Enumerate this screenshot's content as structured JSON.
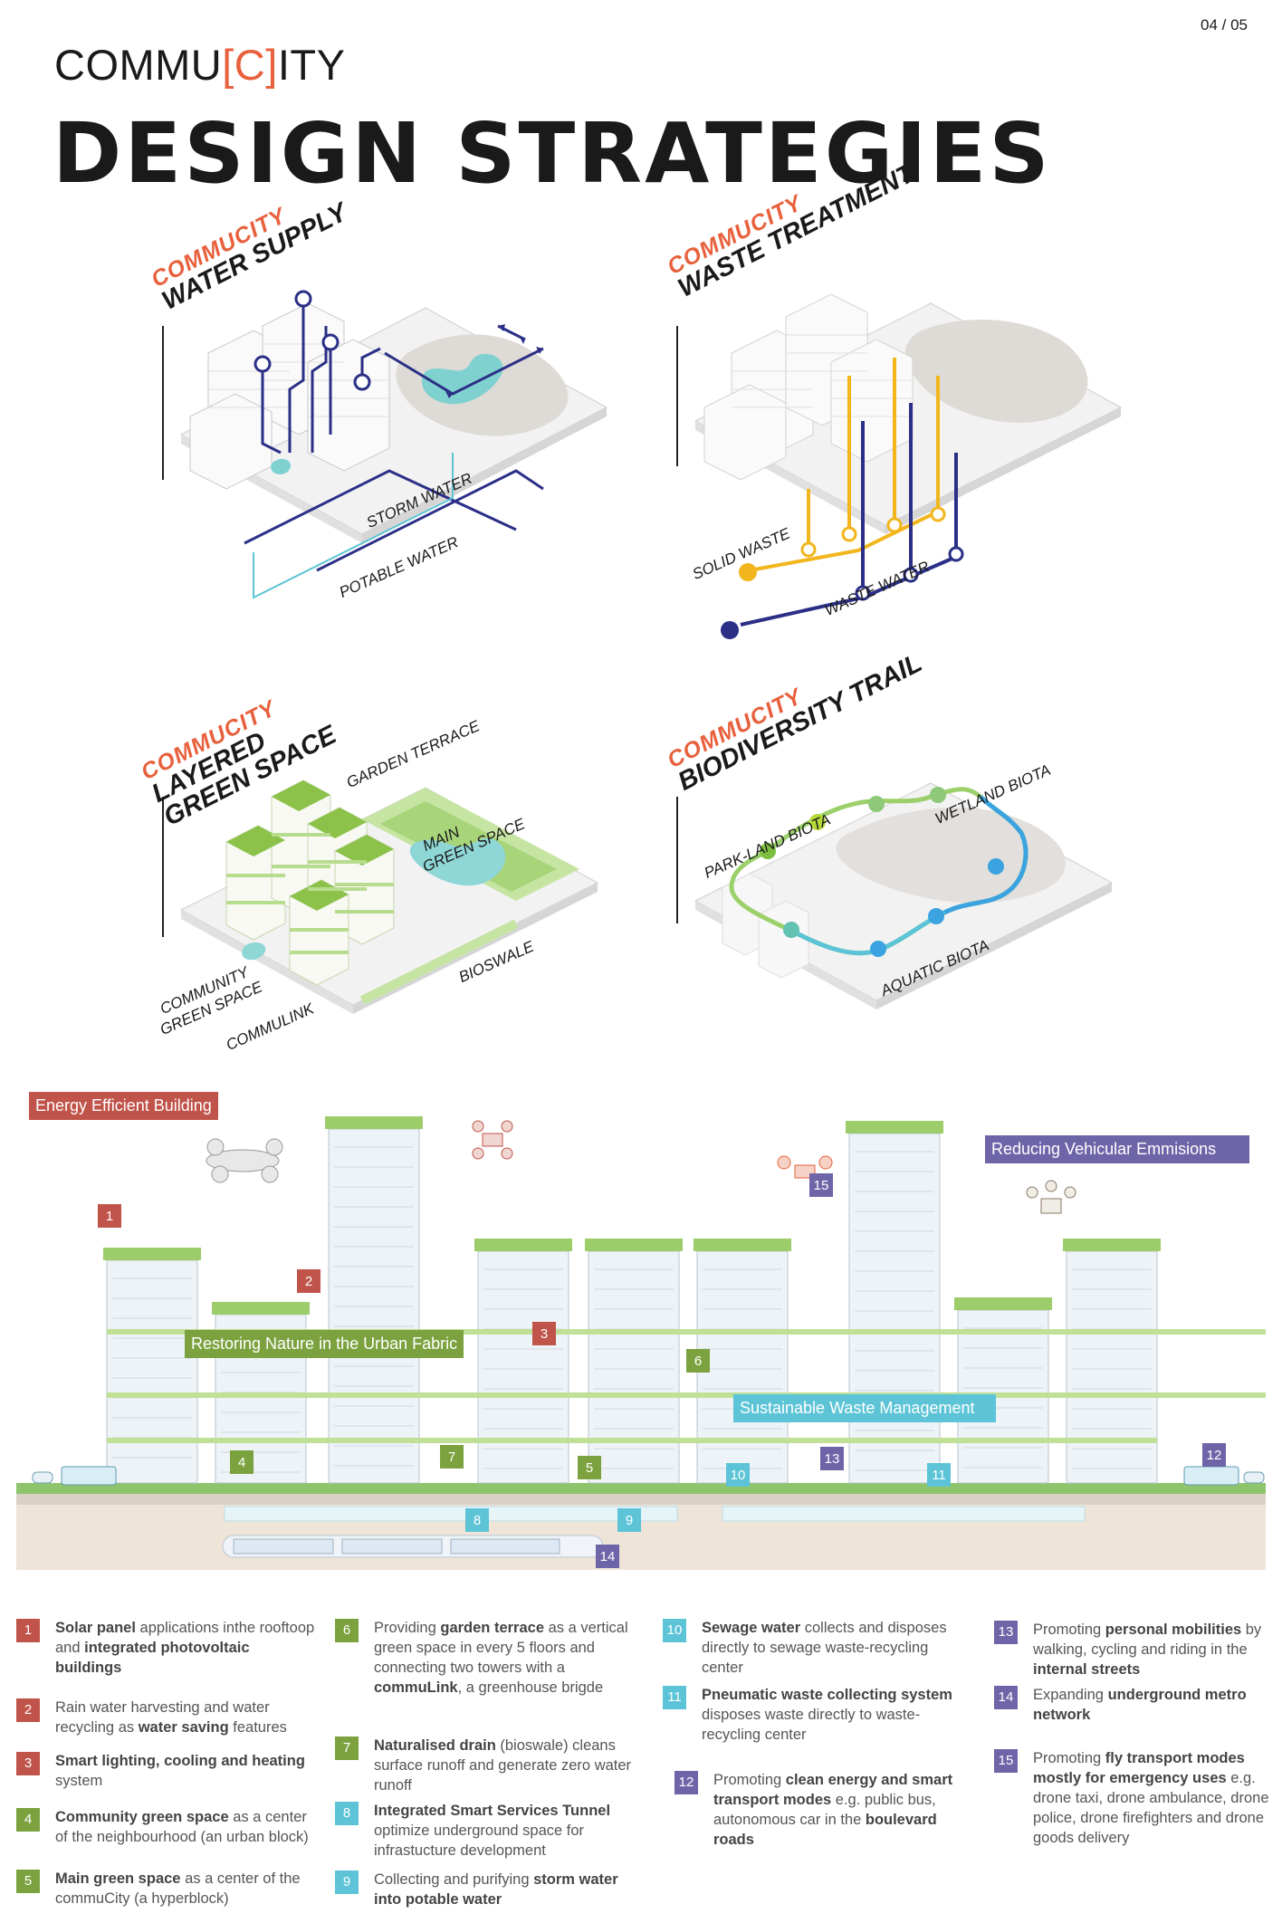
{
  "page_number": "04 / 05",
  "brand": {
    "pre": "COMMU",
    "accent": "[C]",
    "post": "ITY"
  },
  "title": "DESIGN STRATEGIES",
  "colors": {
    "accent": "#e8603c",
    "red": "#c0544a",
    "green": "#7ca23f",
    "teal": "#5cc4d6",
    "purple": "#6e65a8",
    "navy": "#2b2f86",
    "yellow": "#f2b61c",
    "water": "#7fd1cf"
  },
  "panels": {
    "water": {
      "sub": "COMMUCITY",
      "head": "WATER SUPPLY",
      "label_storm": "STORM WATER",
      "label_potable": "POTABLE WATER"
    },
    "waste": {
      "sub": "COMMUCITY",
      "head": "WASTE TREATMENT",
      "label_solid": "SOLID WASTE",
      "label_waste": "WASTE WATER"
    },
    "green": {
      "sub": "COMMUCITY",
      "head1": "LAYERED",
      "head2": "GREEN SPACE",
      "label_garden": "GARDEN TERRACE",
      "label_main1": "MAIN",
      "label_main2": "GREEN SPACE",
      "label_community1": "COMMUNITY",
      "label_community2": "GREEN SPACE",
      "label_commulink": "COMMULINK",
      "label_bioswale": "BIOSWALE"
    },
    "bio": {
      "sub": "COMMUCITY",
      "head": "BIODIVERSITY TRAIL",
      "label_park": "PARK-LAND BIOTA",
      "label_wetland": "WETLAND BIOTA",
      "label_aquatic": "AQUATIC BIOTA"
    }
  },
  "section_tags": {
    "energy": "Energy Efficient Building",
    "vehicular": "Reducing Vehicular Emmisions",
    "nature": "Restoring Nature in the Urban Fabric",
    "waste": "Sustainable Waste Management"
  },
  "badges": [
    "1",
    "2",
    "3",
    "4",
    "5",
    "6",
    "7",
    "8",
    "9",
    "10",
    "11",
    "12",
    "13",
    "14",
    "15"
  ],
  "legend": [
    {
      "num": "1",
      "color": "red",
      "parts": [
        {
          "b": "Solar panel"
        },
        {
          "t": " applications inthe rooftoop and "
        },
        {
          "b": "integrated photovoltaic buildings"
        }
      ]
    },
    {
      "num": "2",
      "color": "red",
      "parts": [
        {
          "t": "Rain water harvesting and water recycling as "
        },
        {
          "b": "water saving"
        },
        {
          "t": " features"
        }
      ]
    },
    {
      "num": "3",
      "color": "red",
      "parts": [
        {
          "b": "Smart lighting, cooling and heating"
        },
        {
          "t": " system"
        }
      ]
    },
    {
      "num": "4",
      "color": "green",
      "parts": [
        {
          "b": "Community green space"
        },
        {
          "t": " as a center of the neighbourhood (an urban block)"
        }
      ]
    },
    {
      "num": "5",
      "color": "green",
      "parts": [
        {
          "b": "Main green space"
        },
        {
          "t": " as a center of the commuCity (a hyperblock)"
        }
      ]
    },
    {
      "num": "6",
      "color": "green",
      "parts": [
        {
          "t": "Providing "
        },
        {
          "b": "garden terrace"
        },
        {
          "t": " as a vertical green space in every 5 floors and connecting two towers with a "
        },
        {
          "b": "commuLink"
        },
        {
          "t": ", a greenhouse brigde"
        }
      ]
    },
    {
      "num": "7",
      "color": "green",
      "parts": [
        {
          "b": "Naturalised drain"
        },
        {
          "t": " (bioswale) cleans surface runoff and generate zero water runoff"
        }
      ]
    },
    {
      "num": "8",
      "color": "teal",
      "parts": [
        {
          "b": "Integrated Smart Services Tunnel"
        },
        {
          "t": " optimize underground space for infrastucture development"
        }
      ]
    },
    {
      "num": "9",
      "color": "teal",
      "parts": [
        {
          "t": "Collecting and purifying "
        },
        {
          "b": "storm water into potable water"
        }
      ]
    },
    {
      "num": "10",
      "color": "teal",
      "parts": [
        {
          "b": "Sewage water"
        },
        {
          "t": " collects and disposes directly to sewage waste-recycling center"
        }
      ]
    },
    {
      "num": "11",
      "color": "teal",
      "parts": [
        {
          "b": "Pneumatic waste collecting system"
        },
        {
          "t": " disposes waste directly to waste-recycling center"
        }
      ]
    },
    {
      "num": "12",
      "color": "purple",
      "parts": [
        {
          "t": "Promoting "
        },
        {
          "b": "clean energy and smart transport modes"
        },
        {
          "t": " e.g. public bus, autonomous car in the "
        },
        {
          "b": "boulevard roads"
        }
      ]
    },
    {
      "num": "13",
      "color": "purple",
      "parts": [
        {
          "t": "Promoting "
        },
        {
          "b": "personal mobilities"
        },
        {
          "t": " by walking, cycling and riding in the "
        },
        {
          "b": "internal streets"
        }
      ]
    },
    {
      "num": "14",
      "color": "purple",
      "parts": [
        {
          "t": "Expanding "
        },
        {
          "b": "underground metro network"
        }
      ]
    },
    {
      "num": "15",
      "color": "purple",
      "parts": [
        {
          "t": "Promoting "
        },
        {
          "b": "fly transport modes mostly for emergency uses"
        },
        {
          "t": " e.g. drone taxi, drone ambulance, drone police, drone  firefighters and  drone goods delivery"
        }
      ]
    }
  ]
}
